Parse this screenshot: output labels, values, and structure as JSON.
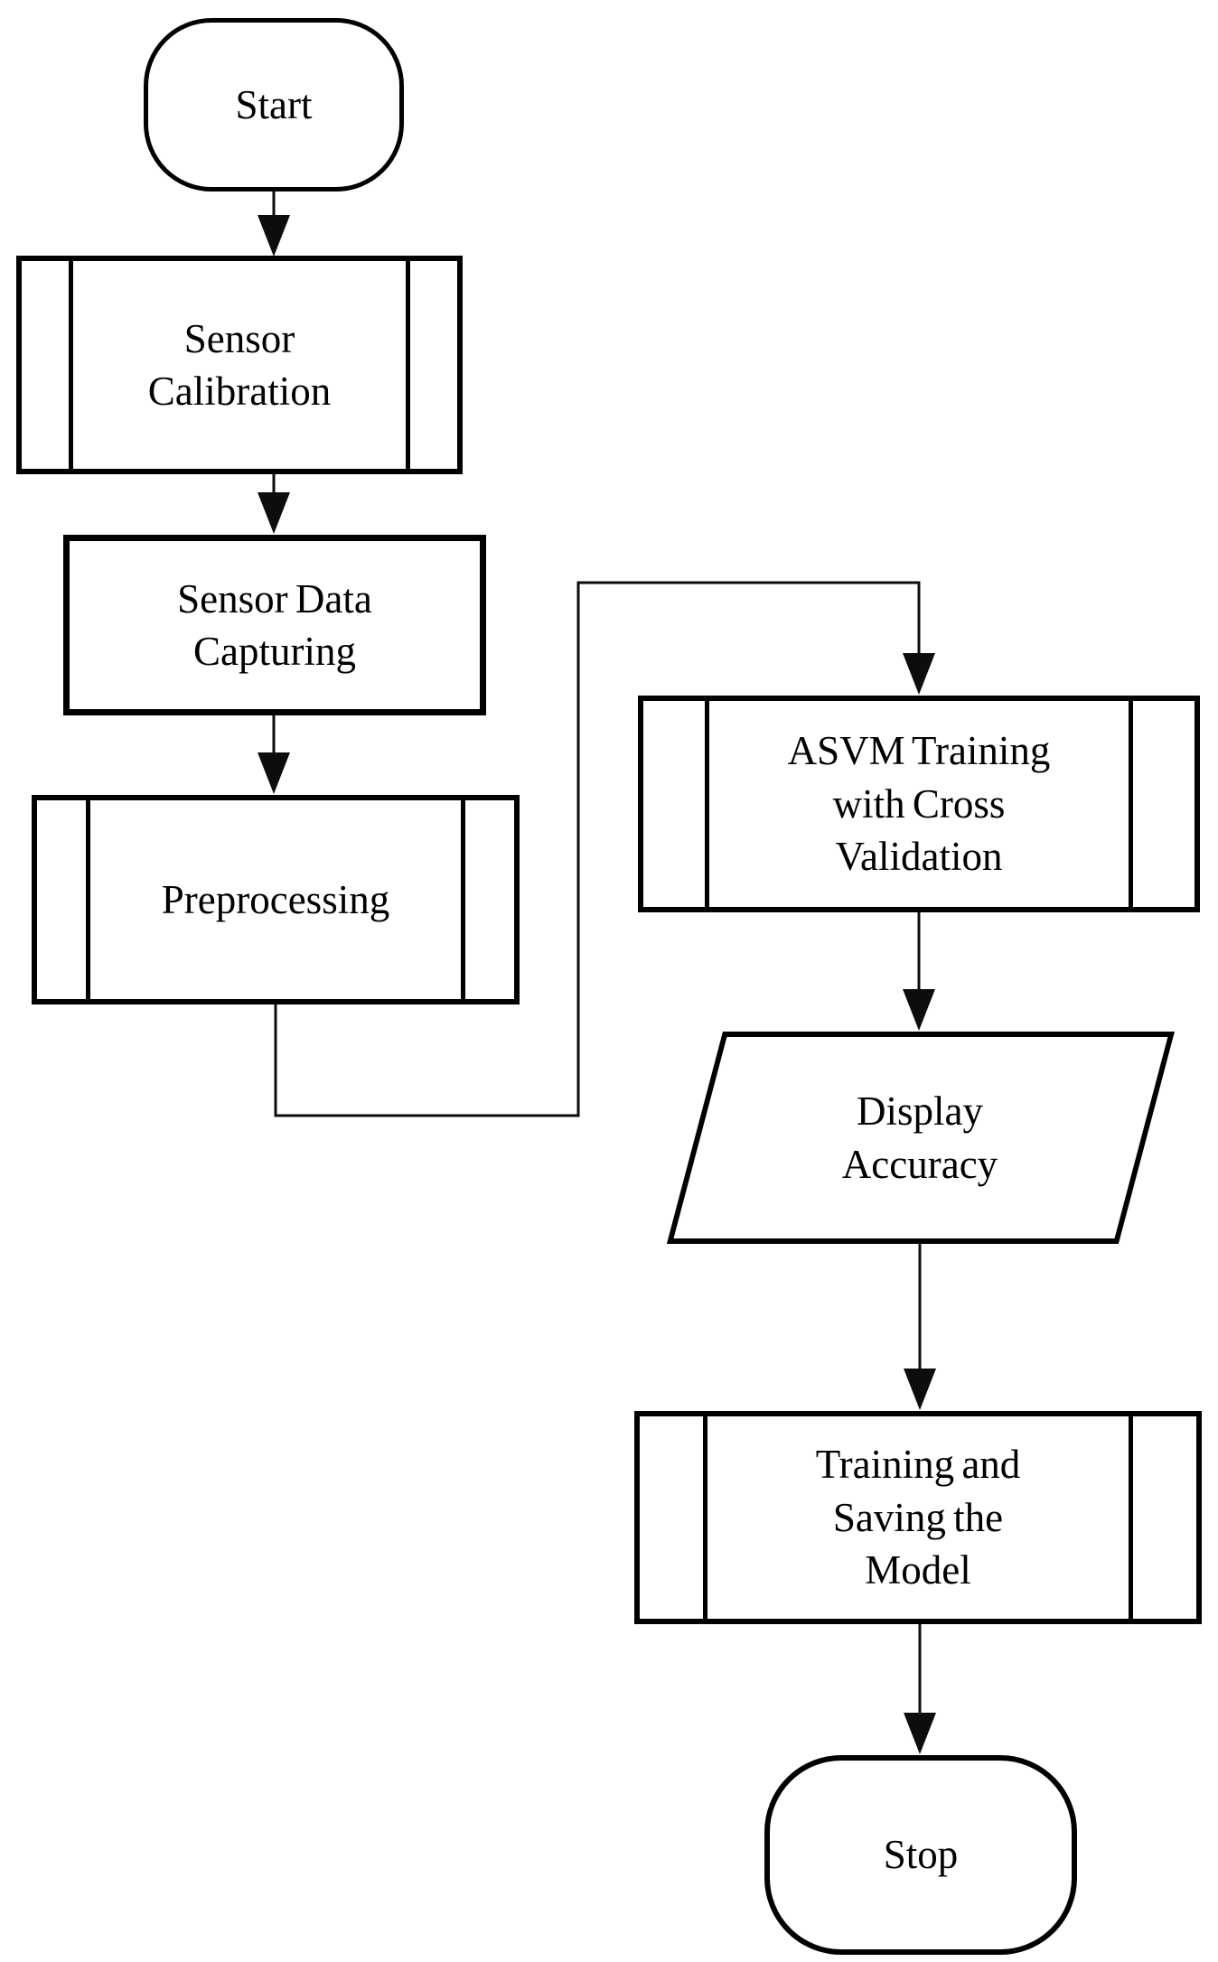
{
  "colors": {
    "background": "#ffffff",
    "shape_stroke": "#000000",
    "shape_fill": "#ffffff",
    "edge_stroke": "#0d0d0d",
    "text": "#000000"
  },
  "nodes": {
    "start": {
      "type": "terminator",
      "label": "Start"
    },
    "sensor_calibration": {
      "type": "predefined-process",
      "label": "Sensor\nCalibration"
    },
    "sensor_data_capturing": {
      "type": "process",
      "label": "Sensor Data\nCapturing"
    },
    "preprocessing": {
      "type": "predefined-process",
      "label": "Preprocessing"
    },
    "asvm_training": {
      "type": "predefined-process",
      "label": "ASVM Training\nwith Cross\nValidation"
    },
    "display_accuracy": {
      "type": "input-output",
      "label": "Display\nAccuracy"
    },
    "training_saving": {
      "type": "predefined-process",
      "label": "Training and\nSaving the\nModel"
    },
    "stop": {
      "type": "terminator",
      "label": "Stop"
    }
  },
  "edges": [
    {
      "from": "start",
      "to": "sensor_calibration"
    },
    {
      "from": "sensor_calibration",
      "to": "sensor_data_capturing"
    },
    {
      "from": "sensor_data_capturing",
      "to": "preprocessing"
    },
    {
      "from": "preprocessing",
      "to": "asvm_training"
    },
    {
      "from": "asvm_training",
      "to": "display_accuracy"
    },
    {
      "from": "display_accuracy",
      "to": "training_saving"
    },
    {
      "from": "training_saving",
      "to": "stop"
    }
  ]
}
